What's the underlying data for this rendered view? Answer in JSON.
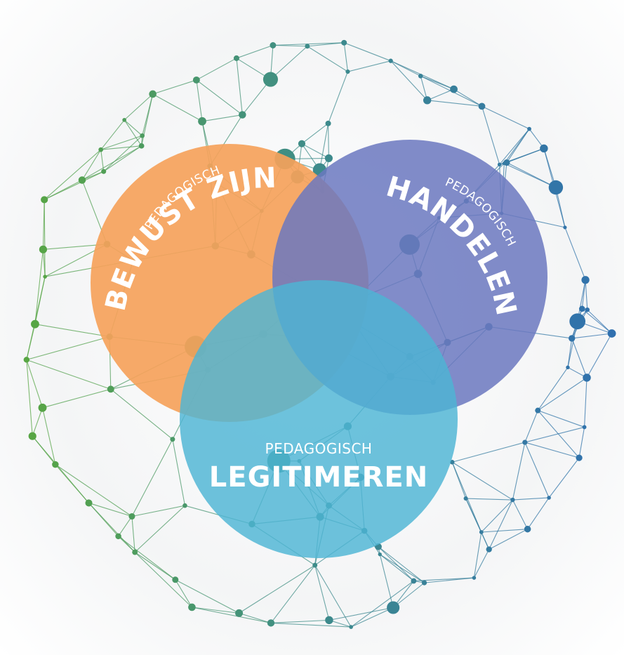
{
  "circles": [
    {
      "id": "bewust",
      "small": "PEDAGOGISCH",
      "big": "BEWUST ZIJN",
      "color": "#f5a25b"
    },
    {
      "id": "handelen",
      "small": "PEDAGOGISCH",
      "big": "HANDELEN",
      "color": "#6b78c0"
    },
    {
      "id": "legitimeren",
      "small": "PEDAGOGISCH",
      "big": "LEGITIMEREN",
      "color": "#4db4d4"
    }
  ],
  "network_colors": {
    "left": "#5aa83c",
    "middle": "#3e8c8a",
    "right": "#2f6fb0"
  }
}
